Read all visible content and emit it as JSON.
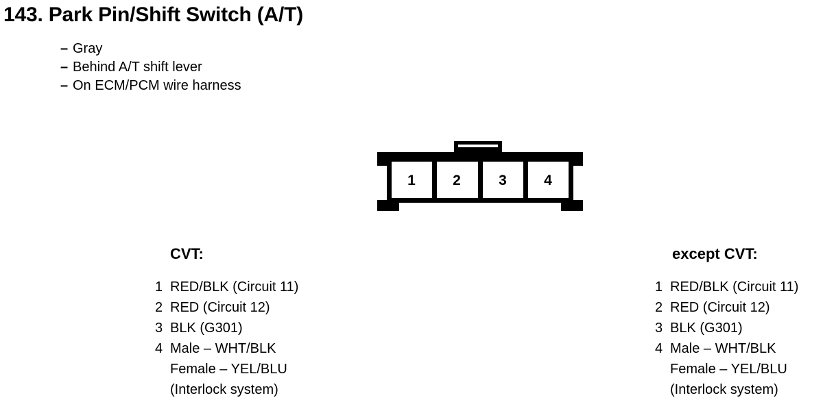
{
  "title": "143. Park Pin/Shift Switch (A/T)",
  "notes": {
    "dash": "–",
    "items": [
      "Gray",
      "Behind A/T shift lever",
      "On ECM/PCM wire harness"
    ]
  },
  "connector": {
    "name": "4-cavity connector",
    "cavity_labels": [
      "1",
      "2",
      "3",
      "4"
    ],
    "latch": "top-center latch tab",
    "outline_color": "#000000"
  },
  "pin_lists": [
    {
      "heading": "CVT:",
      "rows": [
        {
          "number": "1",
          "lines": [
            "RED/BLK (Circuit 11)"
          ]
        },
        {
          "number": "2",
          "lines": [
            "RED (Circuit 12)"
          ]
        },
        {
          "number": "3",
          "lines": [
            "BLK (G301)"
          ]
        },
        {
          "number": "4",
          "lines": [
            "Male – WHT/BLK",
            "Female – YEL/BLU",
            "(Interlock system)"
          ]
        }
      ]
    },
    {
      "heading": "except CVT:",
      "rows": [
        {
          "number": "1",
          "lines": [
            "RED/BLK (Circuit 11)"
          ]
        },
        {
          "number": "2",
          "lines": [
            "RED (Circuit 12)"
          ]
        },
        {
          "number": "3",
          "lines": [
            "BLK (G301)"
          ]
        },
        {
          "number": "4",
          "lines": [
            "Male – WHT/BLK",
            "Female – YEL/BLU",
            "(Interlock system)"
          ]
        }
      ]
    }
  ]
}
